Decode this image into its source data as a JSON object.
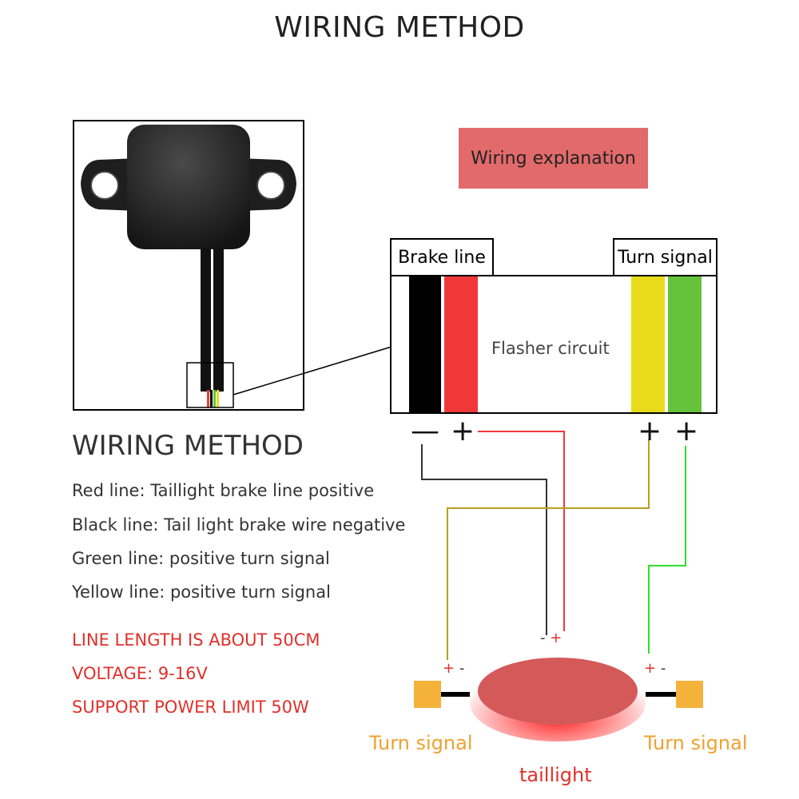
{
  "title": "WIRING METHOD",
  "explanation_label": "Wiring explanation",
  "brake_line_label": "Brake line",
  "turn_signal_label": "Turn signal",
  "flasher_label": "Flasher circuit",
  "terminals": {
    "black": "—",
    "red": "+",
    "yellow": "+",
    "green": "+"
  },
  "method_heading": "WIRING METHOD",
  "descriptions": [
    "Red line: Taillight brake line positive",
    "Black line: Tail light brake wire negative",
    "Green line: positive turn signal",
    "Yellow line: positive turn signal"
  ],
  "specs": [
    "LINE LENGTH IS ABOUT 50CM",
    "VOLTAGE: 9-16V",
    "SUPPORT POWER LIMIT 50W"
  ],
  "taillight_terminals": {
    "minus": "-",
    "plus": "+"
  },
  "left_signal_terminals": {
    "plus": "+",
    "minus": "-"
  },
  "right_signal_terminals": {
    "plus": "+",
    "minus": "-"
  },
  "left_signal_label": "Turn signal",
  "right_signal_label": "Turn signal",
  "taillight_label": "taillight",
  "colors": {
    "black_wire": "#000000",
    "red_wire": "#f03838",
    "yellow_wire": "#e8dc1a",
    "green_wire": "#66c23a",
    "explain_box": "#e26a6a",
    "signal_amber": "#f4b23a"
  }
}
